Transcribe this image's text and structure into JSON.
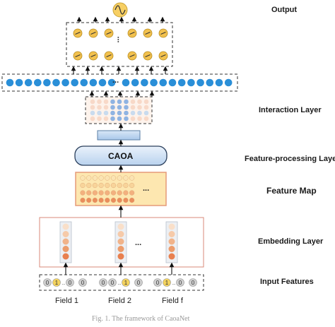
{
  "labels": {
    "output": "Output",
    "interaction": "Interaction Layer",
    "feature_processing": "Feature-processing Layer",
    "feature_map": "Feature Map",
    "embedding": "Embedding Layer",
    "input": "Input Features"
  },
  "caoa": "CAOA",
  "ellipsis": "...",
  "fields": [
    "Field 1",
    "Field 2",
    "Field f"
  ],
  "input_values": [
    "0",
    "1",
    "0",
    "0",
    "0",
    "0",
    "1",
    "0",
    "0",
    "1",
    "0",
    "0"
  ],
  "caption": "Fig. 1.  The framework of CaoaNet",
  "colors": {
    "blue_dot": "#2a8fd8",
    "yellow_neuron": "#f2c14e",
    "orange": "#e8804f",
    "peach": "#f6c9a6",
    "caoa_fill": "#cfe0f4",
    "input_yellow": "#f4d35e",
    "input_grey": "#cfcfcf"
  }
}
